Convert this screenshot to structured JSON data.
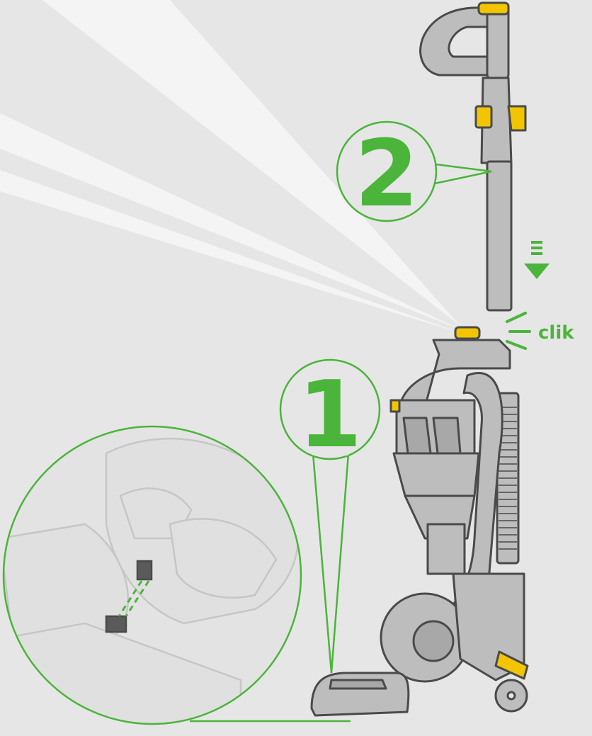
{
  "diagram": {
    "steps": [
      {
        "number": "1",
        "label": "step-1"
      },
      {
        "number": "2",
        "label": "step-2"
      }
    ],
    "sound_label": "clik"
  },
  "colors": {
    "background": "#e6e6e6",
    "accent_green": "#4bb43a",
    "body_grey": "#bdbdbd",
    "outline": "#4a4a4a",
    "highlight_yellow": "#f2c500",
    "light_beam": "#f4f4f4"
  },
  "icons": {
    "arrow": "arrow-down-icon",
    "click_marks": "click-lines-icon"
  }
}
